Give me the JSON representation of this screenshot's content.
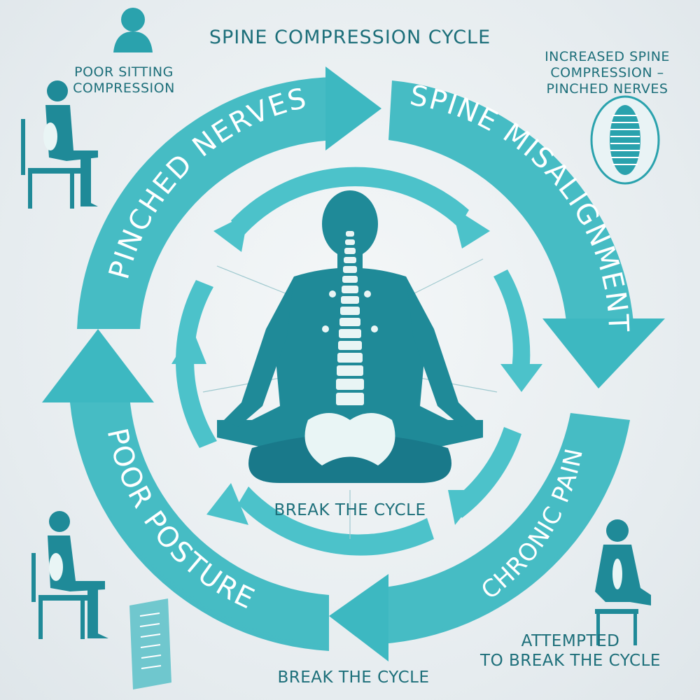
{
  "title": "SPINE COMPRESSION CYCLE",
  "callouts": {
    "poor_sitting": "POOR SITTING\nCOMPRESSION",
    "increased_compression": "INCREASED SPINE\nCOMPRESSION –\nPINCHED NERVES",
    "attempted": "ATTEMPTED\nTO BREAK THE CYCLE",
    "break_center": "BREAK THE CYCLE",
    "break_bottom": "BREAK THE CYCLE"
  },
  "cycle_stages": [
    {
      "label": "PINCHED NERVES"
    },
    {
      "label": "SPINE MISALIGNMENT"
    },
    {
      "label": "CHRONIC PAIN"
    },
    {
      "label": "POOR POSTURE"
    }
  ],
  "colors": {
    "arrow": "#38b6bf",
    "arrow_light": "#5ccbd2",
    "figure": "#1f8a98",
    "text": "#1d6f7a",
    "background": "#e9eff2"
  },
  "icons": [
    "person-bust-icon",
    "seated-person-icon",
    "spine-icon",
    "meditating-figure-icon"
  ]
}
